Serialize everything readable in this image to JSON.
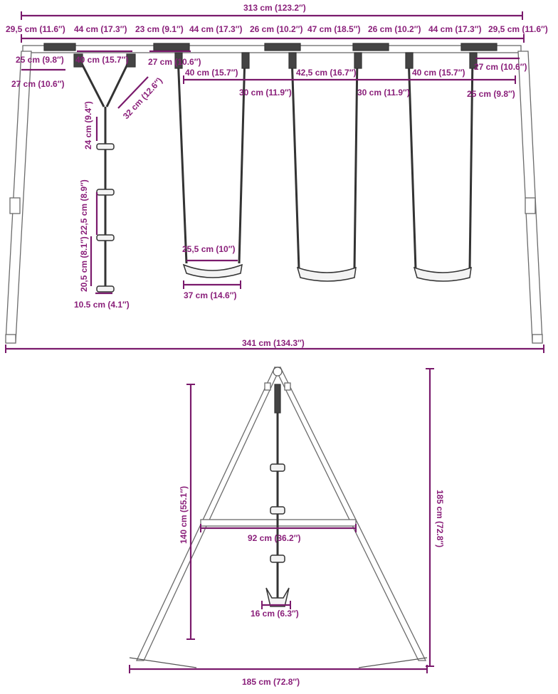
{
  "front": {
    "total_top": "313 cm (123.2″)",
    "seg1": "29,5 cm (11.6″)",
    "seg2": "44 cm (17.3″)",
    "seg3": "23 cm (9.1″)",
    "seg4": "44 cm (17.3″)",
    "seg5": "26 cm (10.2″)",
    "seg6": "47 cm (18.5″)",
    "seg7": "26 cm (10.2″)",
    "seg8": "44 cm (17.3″)",
    "seg9": "29,5 cm (11.6″)",
    "left_25": "25 cm (9.8″)",
    "left_40": "40 cm (15.7″)",
    "left_27_top": "27 cm (10.6″)",
    "left_27": "27 cm (10.6″)",
    "right_27": "27 cm (10.6″)",
    "swing_40a": "40 cm (15.7″)",
    "swing_425": "42,5 cm (16.7″)",
    "swing_40b": "40 cm (15.7″)",
    "rope_30a": "30 cm (11.9″)",
    "rope_30b": "30 cm (11.9″)",
    "right_25": "25 cm (9.8″)",
    "ladder_32": "32 cm (12.6″)",
    "ladder_24": "24 cm (9.4″)",
    "ladder_225": "22,5 cm (8.9″)",
    "ladder_205": "20,5 cm (8.1″)",
    "ladder_105": "10.5 cm (4.1″)",
    "seat_255": "25,5 cm (10″)",
    "seat_37": "37 cm (14.6″)",
    "base_341": "341 cm (134.3″)"
  },
  "side": {
    "height_140": "140 cm (55.1″)",
    "height_185": "185 cm (72.8″)",
    "crossbar_92": "92 cm (36.2″)",
    "step_16": "16 cm (6.3″)",
    "base_185": "185 cm (72.8″)"
  }
}
